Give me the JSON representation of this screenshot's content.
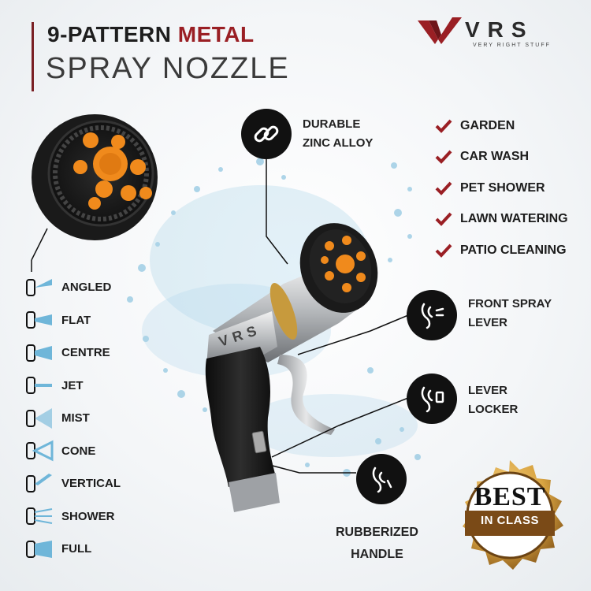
{
  "header": {
    "title_line1_prefix": "9-PATTERN ",
    "title_line1_highlight": "METAL",
    "title_line2": "SPRAY NOZZLE"
  },
  "brand": {
    "name": "VRS",
    "tagline": "VERY RIGHT STUFF",
    "product_marking": "VRS"
  },
  "features": {
    "material": {
      "line1": "DURABLE",
      "line2": "ZINC ALLOY",
      "icon": "chain-link-icon"
    },
    "front_lever": {
      "line1": "FRONT SPRAY",
      "line2": "LEVER",
      "icon": "hand-lever-icon"
    },
    "locker": {
      "line1": "LEVER",
      "line2": "LOCKER",
      "icon": "lever-lock-icon"
    },
    "handle": {
      "line1": "RUBBERIZED",
      "line2": "HANDLE",
      "icon": "grip-hand-icon"
    }
  },
  "uses": [
    {
      "label": "GARDEN"
    },
    {
      "label": "CAR WASH"
    },
    {
      "label": "PET SHOWER"
    },
    {
      "label": "LAWN WATERING"
    },
    {
      "label": "PATIO CLEANING"
    }
  ],
  "patterns": [
    {
      "label": "ANGLED"
    },
    {
      "label": "FLAT"
    },
    {
      "label": "CENTRE"
    },
    {
      "label": "JET"
    },
    {
      "label": "MIST"
    },
    {
      "label": "CONE"
    },
    {
      "label": "VERTICAL"
    },
    {
      "label": "SHOWER"
    },
    {
      "label": "FULL"
    }
  ],
  "badge": {
    "line1": "BEST",
    "line2": "IN CLASS"
  },
  "colors": {
    "accent_red": "#9a1f24",
    "nozzle_orange": "#f08a1c",
    "water_blue": "#6fb6d9",
    "dark": "#111111",
    "badge_gold": "#d9a441"
  }
}
